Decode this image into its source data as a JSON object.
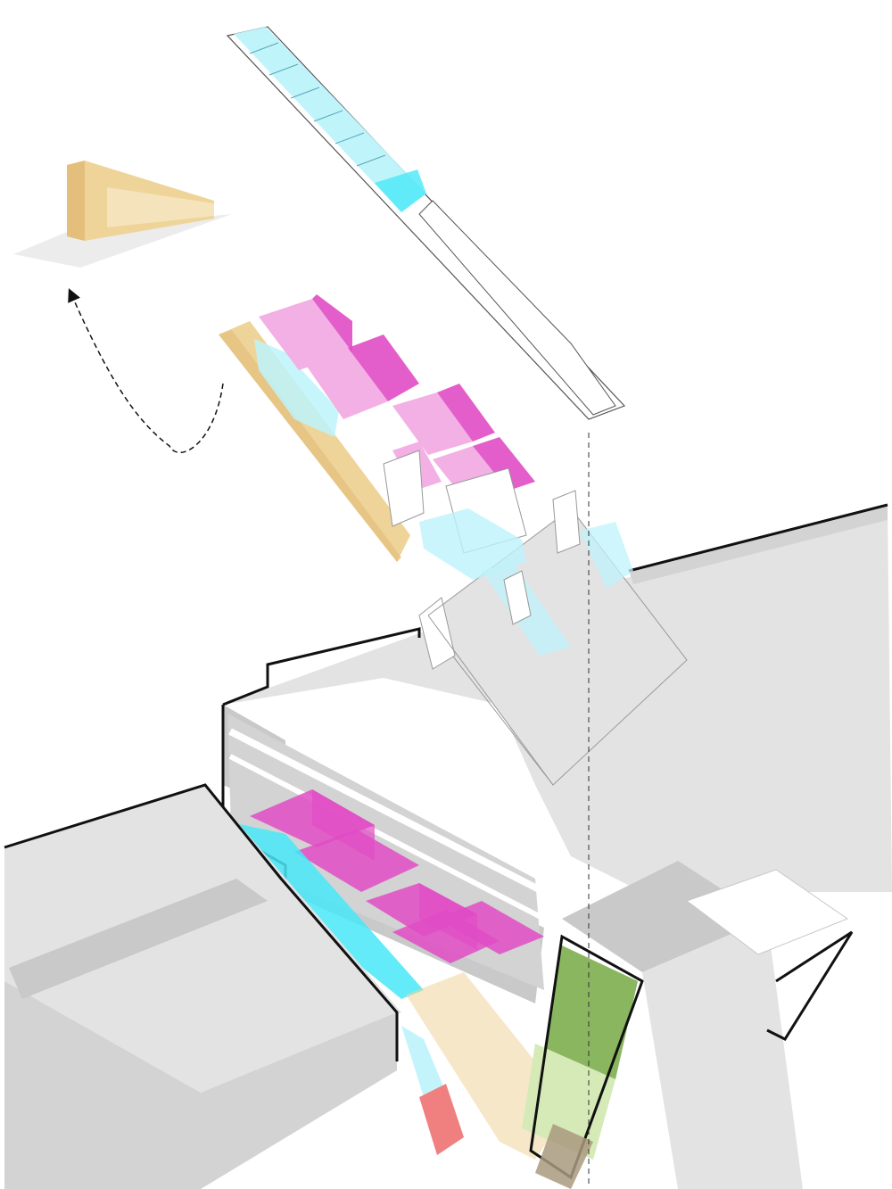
{
  "diagram": {
    "kind": "exploded axonometric architectural diagram",
    "labels": []
  },
  "colors": {
    "background": "#ffffff",
    "massing_gray": "#e3e3e3",
    "massing_gray_dark": "#c9c9c9",
    "massing_gray_side": "#d3d3d3",
    "outline": "#111111",
    "glass_cyan": "#bdf3fb",
    "glass_cyan_strong": "#48e8f8",
    "program_magenta": "#e04cc4",
    "program_magenta_light": "#f2b0e4",
    "timber": "#efd49a",
    "timber_dark": "#e4bf7c",
    "green_panel": "#8ab660",
    "green_light": "#d6eab8",
    "red_block": "#f08080",
    "brown_panel": "#a99a7e"
  },
  "parts": [
    "roof-panel",
    "facade-element-inset",
    "upper-floor-exploded",
    "exploded-floor-slab",
    "building-massing",
    "neighboring-buildings",
    "annotation-curved-arrow",
    "vertical-alignment-dashed-line"
  ]
}
